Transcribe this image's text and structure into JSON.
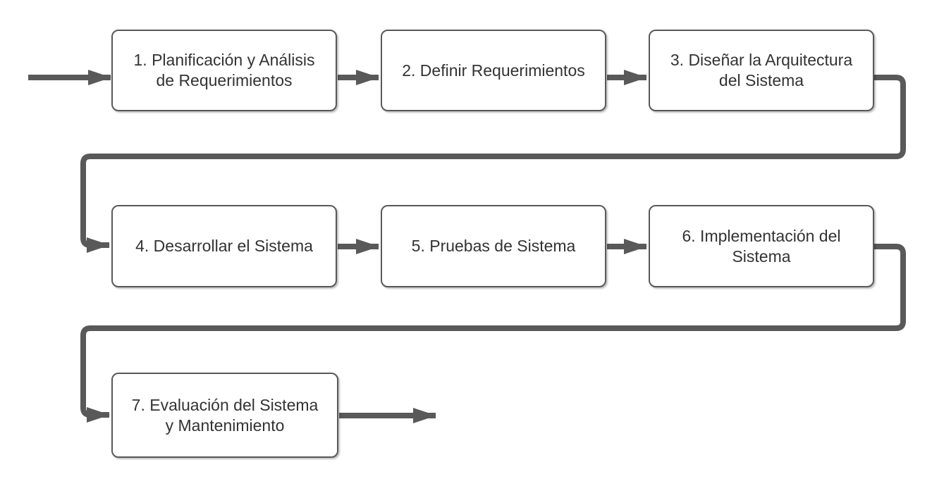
{
  "diagram": {
    "type": "flowchart",
    "language": "es",
    "description": "Proceso de desarrollo de sistemas (SDLC) de 7 pasos",
    "nodes": [
      {
        "id": "1",
        "label": "1. Planificación y Análisis de Requerimientos",
        "lines": [
          "1. Planificación y Análisis",
          "de Requerimientos"
        ]
      },
      {
        "id": "2",
        "label": "2. Definir Requerimientos",
        "lines": [
          "2. Definir Requerimientos"
        ]
      },
      {
        "id": "3",
        "label": "3. Diseñar la Arquitectura del Sistema",
        "lines": [
          "3. Diseñar la Arquitectura",
          "del Sistema"
        ]
      },
      {
        "id": "4",
        "label": "4. Desarrollar el Sistema",
        "lines": [
          "4. Desarrollar el Sistema"
        ]
      },
      {
        "id": "5",
        "label": "5. Pruebas de Sistema",
        "lines": [
          "5. Pruebas de Sistema"
        ]
      },
      {
        "id": "6",
        "label": "6. Implementación del Sistema",
        "lines": [
          "6. Implementación del",
          "Sistema"
        ]
      },
      {
        "id": "7",
        "label": "7. Evaluación del Sistema y Mantenimiento",
        "lines": [
          "7. Evaluación del Sistema",
          "y Mantenimiento"
        ]
      }
    ],
    "edges": [
      {
        "from": "start",
        "to": "1"
      },
      {
        "from": "1",
        "to": "2"
      },
      {
        "from": "2",
        "to": "3"
      },
      {
        "from": "3",
        "to": "4"
      },
      {
        "from": "4",
        "to": "5"
      },
      {
        "from": "5",
        "to": "6"
      },
      {
        "from": "6",
        "to": "7"
      },
      {
        "from": "7",
        "to": "end"
      }
    ]
  },
  "colors": {
    "connector": "#595959",
    "node_border": "#595959",
    "node_fill": "#ffffff",
    "text": "#333333",
    "background": "#ffffff"
  }
}
